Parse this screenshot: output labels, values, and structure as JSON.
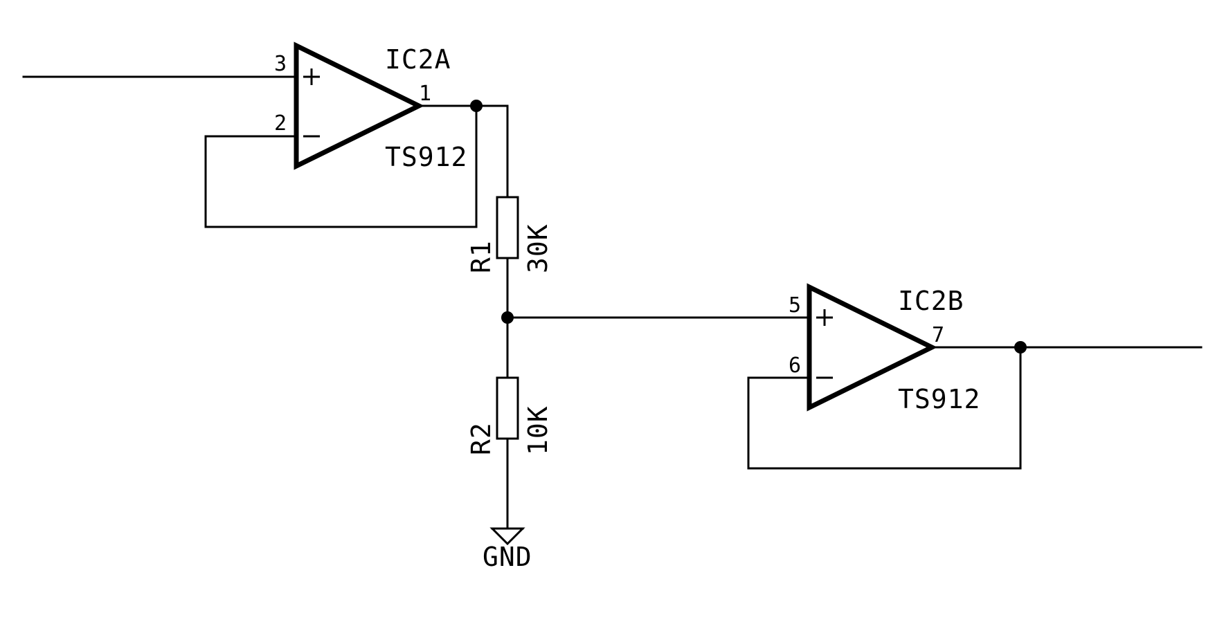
{
  "ic2a": {
    "name": "IC2A",
    "value": "TS912",
    "pin_noninv": "3",
    "pin_inv": "2",
    "pin_out": "1"
  },
  "ic2b": {
    "name": "IC2B",
    "value": "TS912",
    "pin_noninv": "5",
    "pin_inv": "6",
    "pin_out": "7"
  },
  "r1": {
    "name": "R1",
    "value": "30K"
  },
  "r2": {
    "name": "R2",
    "value": "10K"
  },
  "gnd": {
    "label": "GND"
  }
}
